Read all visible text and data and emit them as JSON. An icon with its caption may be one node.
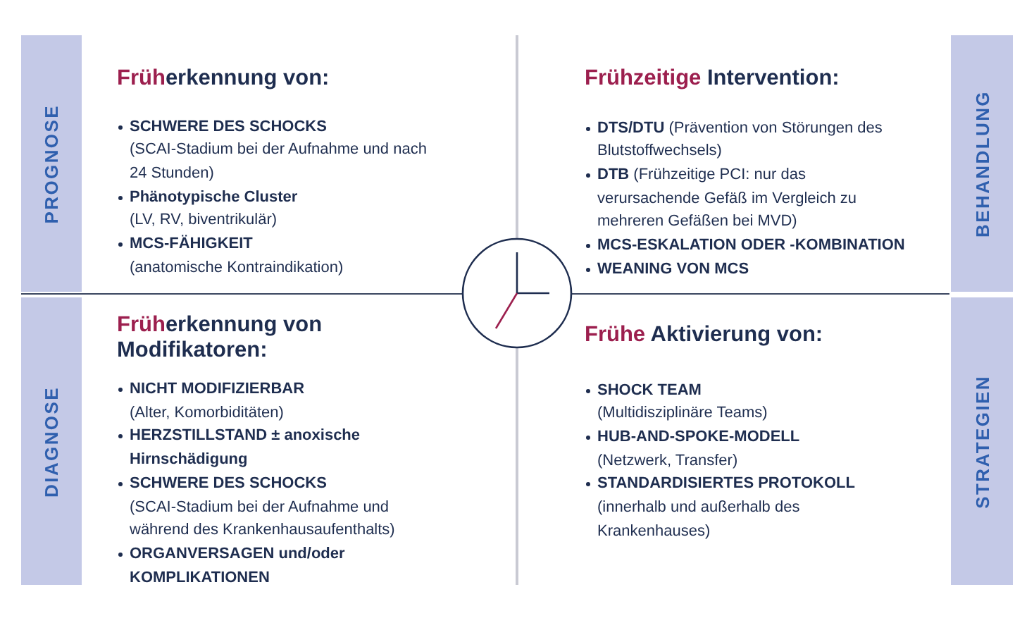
{
  "diagram": {
    "nodes": [
      {
        "text": [
          "PROGNOSE"
        ]
      },
      {
        "text": [
          "BEHANDLUNG"
        ]
      },
      {
        "text": [
          "DIAGNOSE"
        ]
      },
      {
        "text": [
          "STRATEGIEN"
        ]
      }
    ],
    "labels": [
      "Früherkennung von:",
      "**SCHWERE DES SCHOCKS** (SCAI-Stadium bei der Aufnahme und nach 24 Stunden)",
      "**Phänotypische Cluster** (LV, RV, biventrikulär)",
      "**MCS-FÄHIGKEIT** (anatomische Kontraindikation)",
      "Frühzeitige Intervention:",
      "**DTS/DTU** (Prävention von Störungen des Blutstoffwechsels)",
      "**DTB** (Frühzeitige PCI: nur das verursachende Gefäß im Vergleich zu mehreren Gefäßen bei MVD)",
      "MCS-ESKALATION ODER -KOMBINATION",
      "WEANING VON MCS",
      "Früherkennung von Modifikatoren:",
      "**NICHT MODIFIZIERBAR** (Alter, Komorbiditäten)",
      "HERZSTILLSTAND ± anoxische Hirnschädigung",
      "**SCHWERE DES SCHOCKS** (SCAI-Stadium bei der Aufnahme und während des Krankenhausaufenthalts)",
      "ORGANVERSAGEN und/oder KOMPLIKATIONEN",
      "Frühe Aktivierung von:",
      "**SHOCK TEAM** (Multidisziplinäre Teams)",
      "**HUB-AND-SPOKE-MODELL** (Netzwerk, Transfer)",
      "**STANDARDISIERTES PROTOKOLL** (innerhalb und außerhalb des Krankenhauses)"
    ]
  }
}
